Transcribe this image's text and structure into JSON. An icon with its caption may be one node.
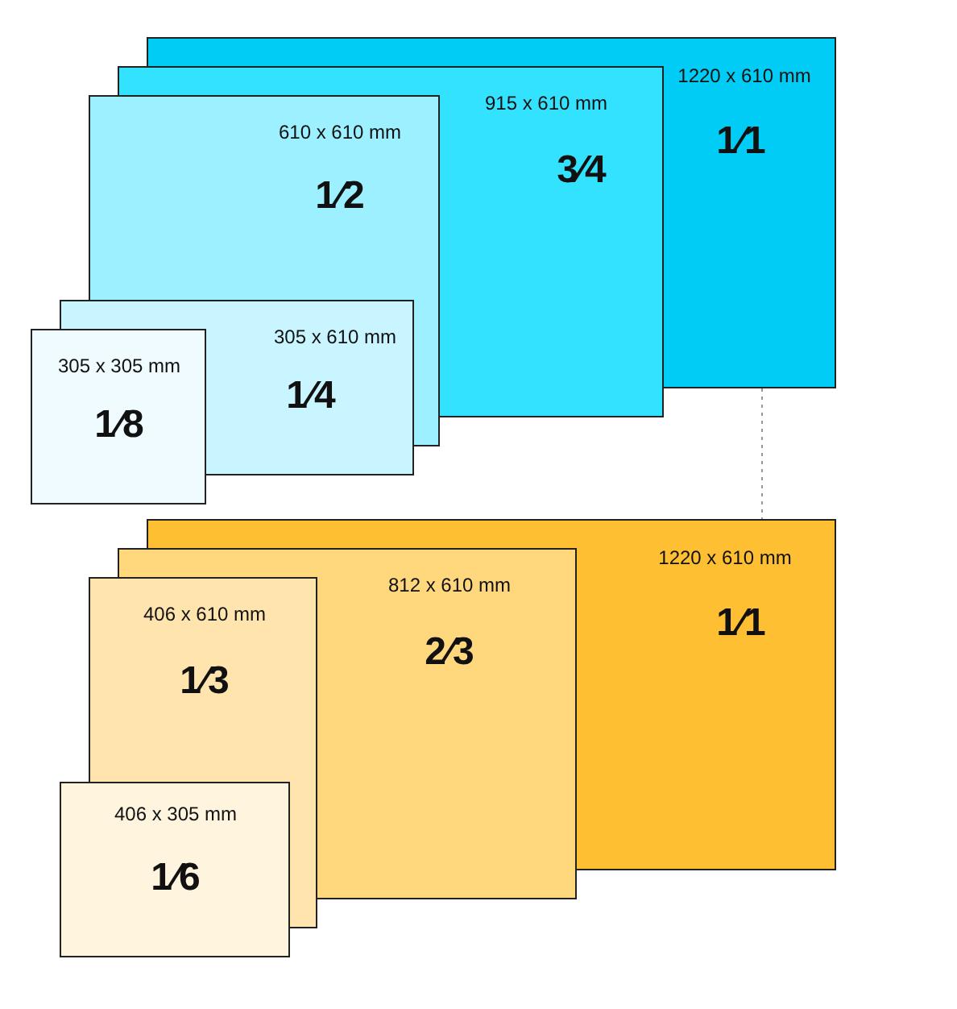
{
  "diagram": {
    "nodes": [
      {
        "text": [
          "1220 x 610 mm",
          "1⁄1"
        ]
      },
      {
        "text": [
          "915 x 610 mm",
          "3⁄4"
        ]
      },
      {
        "text": [
          "610 x 610 mm",
          "1⁄2"
        ]
      },
      {
        "text": [
          "305 x 610 mm",
          "1⁄4"
        ]
      },
      {
        "text": [
          "305 x 305 mm",
          "1⁄8"
        ]
      },
      {
        "text": [
          "1220 x 610 mm",
          "1⁄1"
        ]
      },
      {
        "text": [
          "812 x 610 mm",
          "2⁄3"
        ]
      },
      {
        "text": [
          "406 x 610 mm",
          "1⁄3"
        ]
      },
      {
        "text": [
          "406 x 305 mm",
          "1⁄6"
        ]
      }
    ],
    "edges": [
      {
        "from": 0,
        "to": 5,
        "arrow": "none",
        "style": "dashed",
        "color": "#999999"
      }
    ]
  }
}
